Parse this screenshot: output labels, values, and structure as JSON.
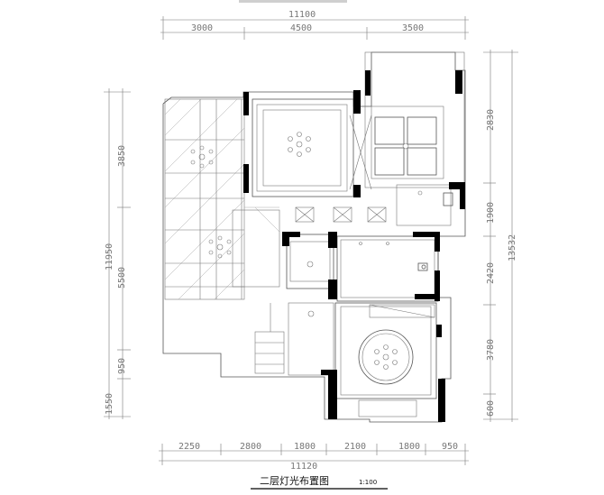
{
  "drawing": {
    "title": "二层灯光布置图",
    "scale": "1:100",
    "top_header": "",
    "dims_top_total": "11100",
    "dims_top": [
      "3000",
      "4500",
      "3500"
    ],
    "dims_bottom_total": "11120",
    "dims_bottom": [
      "2250",
      "2800",
      "1800",
      "2100",
      "1800",
      "950"
    ],
    "dims_left_total": "11950",
    "dims_left": [
      "3850",
      "5500",
      "1550",
      "950"
    ],
    "dims_right_total": "13532",
    "dims_right": [
      "2830",
      "1900",
      "2420",
      "3780",
      "600"
    ]
  }
}
